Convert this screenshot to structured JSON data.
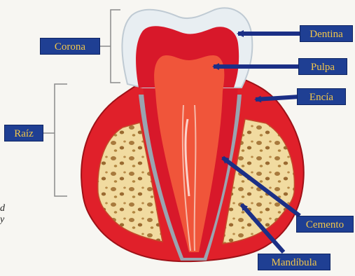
{
  "labels": {
    "corona": "Corona",
    "raiz": "Raíz",
    "dentina": "Dentina",
    "pulpa": "Pulpa",
    "encia": "Encía",
    "cemento": "Cemento",
    "mandibula": "Mandíbula"
  },
  "side_text": [
    "d",
    "y"
  ],
  "colors": {
    "label_bg": "#1f3f93",
    "label_text": "#f2c64a",
    "arrow": "#1b2f86",
    "gum": "#e0202a",
    "pulp": "#f0553a",
    "bone": "#f1dba0",
    "enamel": "#e8eef2"
  }
}
